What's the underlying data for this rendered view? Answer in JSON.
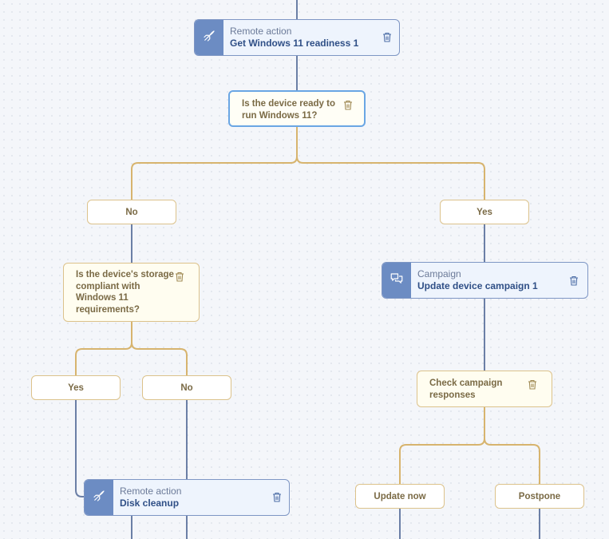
{
  "colors": {
    "action_line": "#6b7fa6",
    "condition_line": "#d7b46e",
    "action_stripe": "#6c8cc3",
    "selected_border": "#6aa6e4"
  },
  "nodes": {
    "action_readiness": {
      "kind": "Remote action",
      "title": "Get Windows 11 readiness 1",
      "icon": "rocket-icon"
    },
    "cond_ready": {
      "text": "Is the device ready to run Windows 11?"
    },
    "branch_no_top": {
      "label": "No"
    },
    "branch_yes_top": {
      "label": "Yes"
    },
    "cond_storage": {
      "text": "Is the device's storage compliant with Windows 11 requirements?"
    },
    "action_campaign": {
      "kind": "Campaign",
      "title": "Update device campaign 1",
      "icon": "chat-bubbles-icon"
    },
    "branch_yes_storage": {
      "label": "Yes"
    },
    "branch_no_storage": {
      "label": "No"
    },
    "cond_responses": {
      "text": "Check campaign responses"
    },
    "action_cleanup": {
      "kind": "Remote action",
      "title": "Disk cleanup",
      "icon": "rocket-icon"
    },
    "branch_update_now": {
      "label": "Update now"
    },
    "branch_postpone": {
      "label": "Postpone"
    }
  }
}
